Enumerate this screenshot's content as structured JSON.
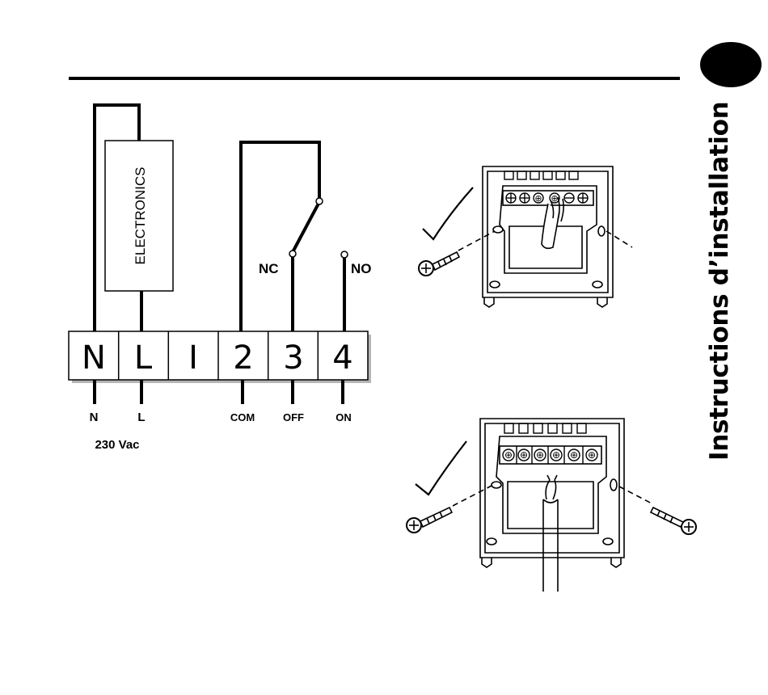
{
  "side_title": "Instructions d’installation",
  "diagram": {
    "module_label": "ELECTRONICS",
    "terminals": [
      "N",
      "L",
      "I",
      "2",
      "3",
      "4"
    ],
    "switch_contacts": {
      "nc": "NC",
      "no": "NO"
    },
    "bottom_labels": [
      "N",
      "L",
      "COM",
      "OFF",
      "ON"
    ],
    "supply_label": "230 Vac"
  },
  "illustrations": {
    "top_terminal_marks": [
      "⊕",
      "⊕",
      "⊕",
      "⊕",
      "⊕",
      "⊕"
    ],
    "bottom_terminal_marks": [
      "⊕",
      "⊕",
      "⊕",
      "⊕",
      "⊕",
      "⊕"
    ]
  }
}
